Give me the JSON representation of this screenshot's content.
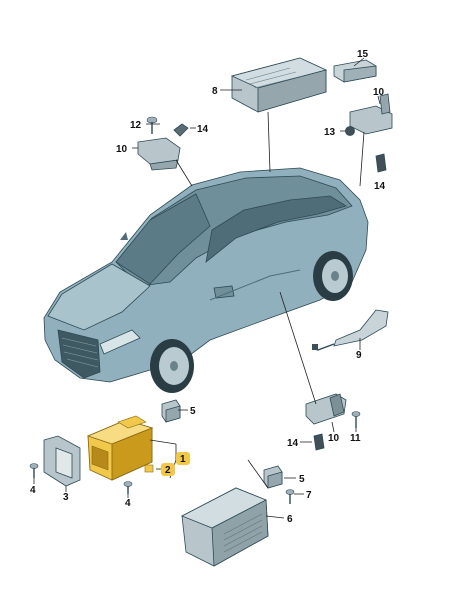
{
  "diagram": {
    "colors": {
      "car_body": "#8fb0bc",
      "car_dark": "#5f7f8b",
      "car_light": "#c4d8df",
      "part_grey": "#b8c6cb",
      "part_dark": "#7e9097",
      "highlight": "#f2c84b",
      "highlight_dark": "#c99a1c",
      "badge": "#f2c84b"
    },
    "callouts": {
      "n1": "1",
      "n2": "2",
      "n3": "3",
      "n4a": "4",
      "n4b": "4",
      "n5a": "5",
      "n5b": "5",
      "n6": "6",
      "n7": "7",
      "n8": "8",
      "n9": "9",
      "n10a": "10",
      "n10b": "10",
      "n10c": "10",
      "n11": "11",
      "n12": "12",
      "n13": "13",
      "n14a": "14",
      "n14b": "14",
      "n14c": "14",
      "n15": "15"
    }
  }
}
